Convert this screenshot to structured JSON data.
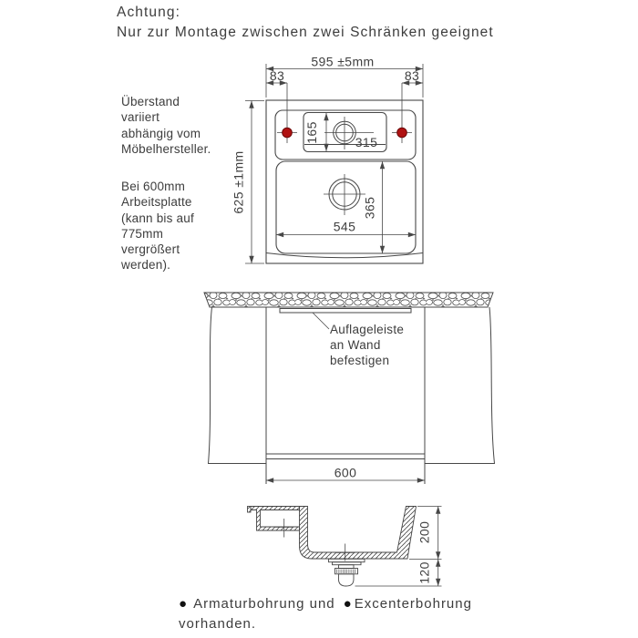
{
  "header": {
    "line1": "Achtung:",
    "line2": "Nur zur Montage zwischen zwei Schränken geeignet"
  },
  "side_notes": {
    "overhang_lines": [
      "Überstand",
      "variiert",
      "abhängig vom",
      "Möbelhersteller."
    ],
    "worktop_lines": [
      "Bei 600mm",
      "Arbeitsplatte",
      "(kann bis auf",
      "775mm",
      "vergrößert",
      "werden)."
    ]
  },
  "top_view": {
    "overall_width": "595 ±5mm",
    "overall_depth": "625 ±1mm",
    "hole_offset_left": "83",
    "hole_offset_right": "83",
    "tray_depth": "165",
    "tray_width": "315",
    "bowl_width": "545",
    "bowl_depth": "365"
  },
  "wall_section": {
    "batten_lines": [
      "Auflageleiste",
      "an Wand",
      "befestigen"
    ],
    "gap_width": "600"
  },
  "cross_section": {
    "bowl_depth": "200",
    "drain_height": "120"
  },
  "footer": {
    "bullet": "●",
    "part1": "Armaturbohrung und",
    "part2": "Excenterbohrung",
    "line2": "vorhanden."
  },
  "colors": {
    "line": "#474747",
    "marker_red": "#b01212"
  }
}
